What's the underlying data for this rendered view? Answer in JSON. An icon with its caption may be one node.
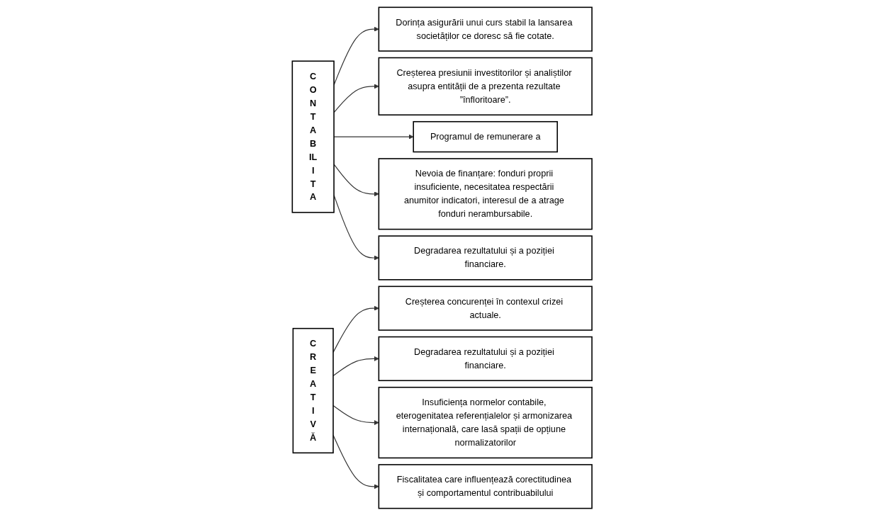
{
  "diagram": {
    "nodes": [
      {
        "text": [
          "Dorința asigurării unui curs stabil la lansarea societăților ce doresc să fie cotate."
        ]
      },
      {
        "text": [
          "Creșterea presiunii investitorilor și analiștilor asupra entității de a prezenta rezultate ”înfloritoare”."
        ]
      },
      {
        "text": [
          "Programul de remunerare a"
        ]
      },
      {
        "text": [
          "Nevoia de finanțare: fonduri proprii insuficiente, necesitatea respectării anumitor indicatori, interesul de a atrage fonduri nerambursabile."
        ]
      },
      {
        "text": [
          "Degradarea rezultatului și a poziției financiare."
        ]
      },
      {
        "text": [
          "C O N T A B IL I T A"
        ]
      },
      {
        "text": [
          "C R E A T I V Ă"
        ]
      },
      {
        "text": [
          "Creșterea concurenței în contexul crizei actuale."
        ]
      },
      {
        "text": [
          "Degradarea rezultatului și a poziției financiare."
        ]
      },
      {
        "text": [
          "Insuficiența normelor contabile, eterogenitatea referențialelor și armonizarea internațională, care lasă spații de opțiune normalizatorilor"
        ]
      },
      {
        "text": [
          "Fiscalitatea care influențează corectitudinea și comportamentul contribuabilului"
        ]
      }
    ],
    "edges": [
      {
        "from": 5,
        "to": 0,
        "arrow": "to"
      },
      {
        "from": 5,
        "to": 1,
        "arrow": "to"
      },
      {
        "from": 5,
        "to": 2,
        "arrow": "to"
      },
      {
        "from": 5,
        "to": 3,
        "arrow": "to"
      },
      {
        "from": 5,
        "to": 4,
        "arrow": "to"
      },
      {
        "from": 6,
        "to": 7,
        "arrow": "to"
      },
      {
        "from": 6,
        "to": 8,
        "arrow": "to"
      },
      {
        "from": 6,
        "to": 9,
        "arrow": "to"
      },
      {
        "from": 6,
        "to": 10,
        "arrow": "to"
      }
    ]
  }
}
